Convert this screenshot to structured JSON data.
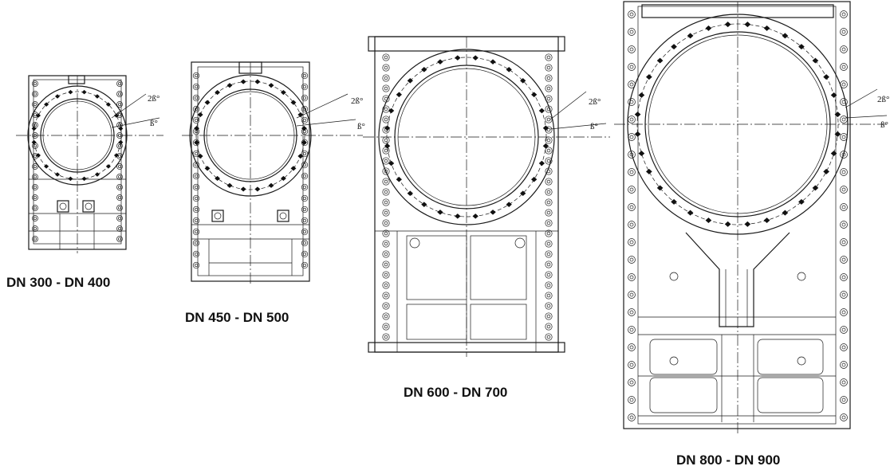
{
  "drawings": [
    {
      "label": "DN 300 - DN 400",
      "angle_2b": "2ß°",
      "angle_b": "ß°"
    },
    {
      "label": "DN 450 - DN 500",
      "angle_2b": "2ß°",
      "angle_b": "ß°"
    },
    {
      "label": "DN 600 - DN 700",
      "angle_2b": "2ß°",
      "angle_b": "ß°"
    },
    {
      "label": "DN 800 - DN 900",
      "angle_2b": "2ß°",
      "angle_b": "ß°"
    }
  ]
}
